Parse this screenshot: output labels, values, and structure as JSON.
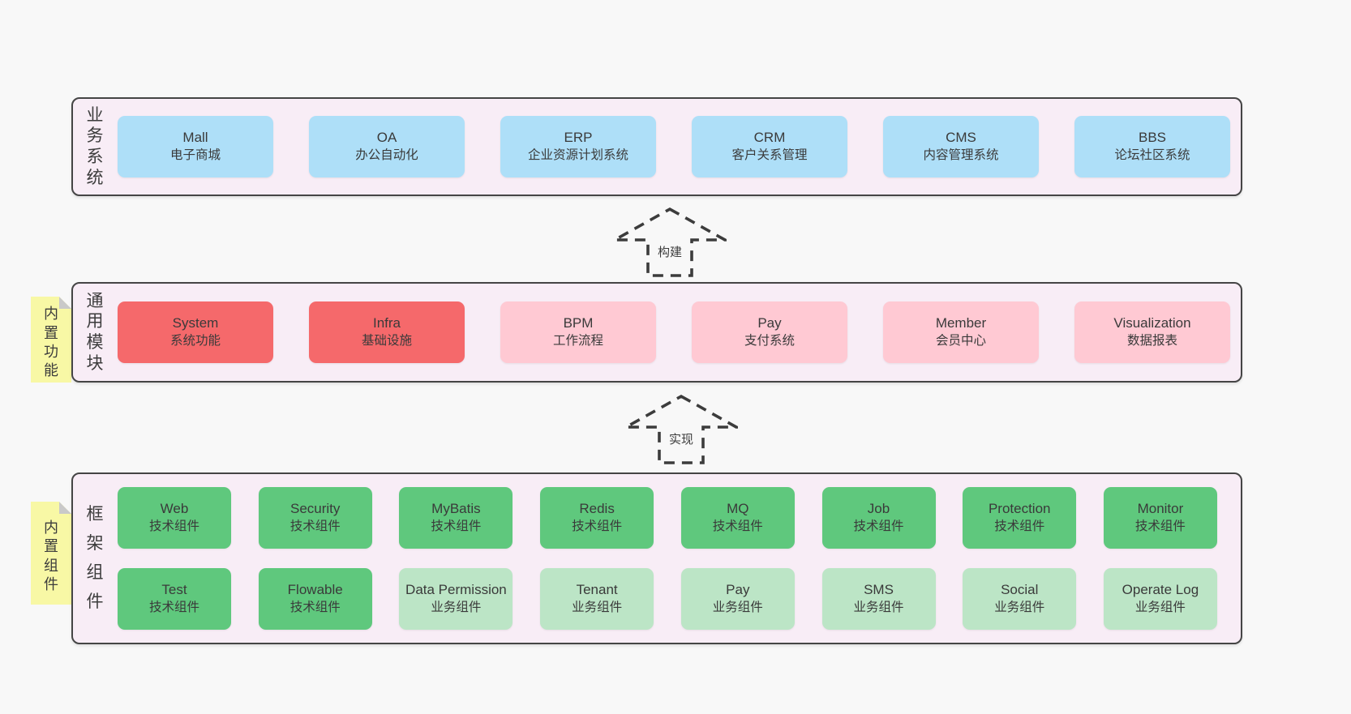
{
  "background": "#f8f8f8",
  "palette": {
    "container_bg": "#f8edf6",
    "container_border": "#454545",
    "blue": "#aedff8",
    "red": "#f5696b",
    "pink": "#ffc9d3",
    "green": "#5fc87d",
    "light_green": "#bce5c6",
    "note_yellow": "#f8f8a5",
    "note_fold": "#c9c9c9",
    "text": "#3a3a3a"
  },
  "arrows": [
    {
      "label": "构建"
    },
    {
      "label": "实现"
    }
  ],
  "layers": [
    {
      "label": "业务系统",
      "boxes": [
        {
          "title": "Mall",
          "subtitle": "电子商城",
          "variant": "blue"
        },
        {
          "title": "OA",
          "subtitle": "办公自动化",
          "variant": "blue"
        },
        {
          "title": "ERP",
          "subtitle": "企业资源计划系统",
          "variant": "blue"
        },
        {
          "title": "CRM",
          "subtitle": "客户关系管理",
          "variant": "blue"
        },
        {
          "title": "CMS",
          "subtitle": "内容管理系统",
          "variant": "blue"
        },
        {
          "title": "BBS",
          "subtitle": "论坛社区系统",
          "variant": "blue"
        }
      ]
    },
    {
      "label": "通用模块",
      "note": "内置功能",
      "boxes": [
        {
          "title": "System",
          "subtitle": "系统功能",
          "variant": "red"
        },
        {
          "title": "Infra",
          "subtitle": "基础设施",
          "variant": "red"
        },
        {
          "title": "BPM",
          "subtitle": "工作流程",
          "variant": "pink"
        },
        {
          "title": "Pay",
          "subtitle": "支付系统",
          "variant": "pink"
        },
        {
          "title": "Member",
          "subtitle": "会员中心",
          "variant": "pink"
        },
        {
          "title": "Visualization",
          "subtitle": "数据报表",
          "variant": "pink"
        }
      ]
    },
    {
      "label": "框架组件",
      "note": "内置组件",
      "rows": [
        [
          {
            "title": "Web",
            "subtitle": "技术组件",
            "variant": "green"
          },
          {
            "title": "Security",
            "subtitle": "技术组件",
            "variant": "green"
          },
          {
            "title": "MyBatis",
            "subtitle": "技术组件",
            "variant": "green"
          },
          {
            "title": "Redis",
            "subtitle": "技术组件",
            "variant": "green"
          },
          {
            "title": "MQ",
            "subtitle": "技术组件",
            "variant": "green"
          },
          {
            "title": "Job",
            "subtitle": "技术组件",
            "variant": "green"
          },
          {
            "title": "Protection",
            "subtitle": "技术组件",
            "variant": "green"
          },
          {
            "title": "Monitor",
            "subtitle": "技术组件",
            "variant": "green"
          }
        ],
        [
          {
            "title": "Test",
            "subtitle": "技术组件",
            "variant": "green"
          },
          {
            "title": "Flowable",
            "subtitle": "技术组件",
            "variant": "green"
          },
          {
            "title": "Data Permission",
            "subtitle": "业务组件",
            "variant": "light_green"
          },
          {
            "title": "Tenant",
            "subtitle": "业务组件",
            "variant": "light_green"
          },
          {
            "title": "Pay",
            "subtitle": "业务组件",
            "variant": "light_green"
          },
          {
            "title": "SMS",
            "subtitle": "业务组件",
            "variant": "light_green"
          },
          {
            "title": "Social",
            "subtitle": "业务组件",
            "variant": "light_green"
          },
          {
            "title": "Operate Log",
            "subtitle": "业务组件",
            "variant": "light_green"
          }
        ]
      ]
    }
  ]
}
